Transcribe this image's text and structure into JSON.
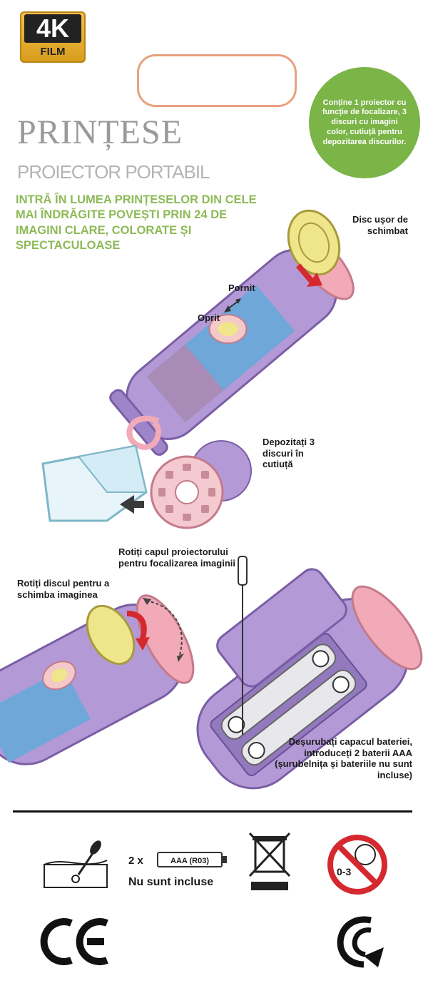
{
  "badge": {
    "main": "4K",
    "sub": "FILM"
  },
  "header": {
    "title": "PRINȚESE",
    "subtitle": "PROIECTOR PORTABIL",
    "tagline": "INTRĂ ÎN LUMEA PRINȚESELOR DIN CELE MAI ÎNDRĂGITE POVEȘTI PRIN 24 DE IMAGINI CLARE, COLORATE ȘI SPECTACULOASE"
  },
  "info_circle": {
    "text": "Conține 1 proiector cu funcție de focalizare, 3 discuri cu imagini color, cutiuță pentru depozitarea discurilor."
  },
  "labels": {
    "disc_change": "Disc ușor de schimbat",
    "on": "Pornit",
    "off": "Oprit",
    "store_discs": "Depozitați 3 discuri în cutiuță",
    "rotate_head": "Rotiți capul proiectorului pentru focalizarea imaginii",
    "rotate_disc": "Rotiți discul pentru a schimba imaginea",
    "battery_instructions": "Deșurubați capacul bateriei, introduceți 2 baterii AAA (șurubelnița și bateriile nu sunt incluse)"
  },
  "battery": {
    "count": "2 x",
    "type": "AAA (R03)",
    "note": "Nu sunt incluse"
  },
  "age_warning": "0-3",
  "colors": {
    "green": "#7bb447",
    "purple": "#b39ad6",
    "pink": "#f2a9b8",
    "yellow": "#efe58a",
    "red": "#d5282f"
  }
}
